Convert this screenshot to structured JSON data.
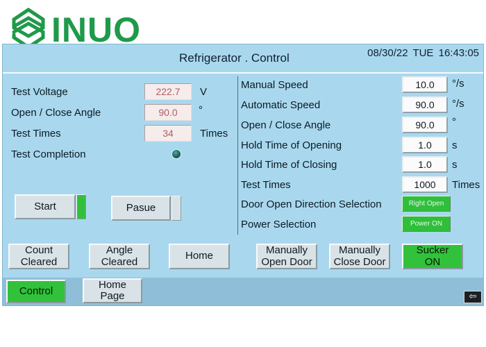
{
  "brand": {
    "name": "INUO",
    "color": "#1f9a4a"
  },
  "header": {
    "title": "Refrigerator . Control",
    "datetime": "08/30/22 TUE  16:43:05"
  },
  "left": {
    "test_voltage": {
      "label": "Test Voltage",
      "value": "222.7",
      "unit": "V"
    },
    "open_close_angle": {
      "label": "Open / Close Angle",
      "value": "90.0",
      "unit": "°"
    },
    "test_times": {
      "label": "Test Times",
      "value": "34",
      "unit": "Times"
    },
    "test_completion": {
      "label": "Test Completion"
    },
    "start_label": "Start",
    "pause_label": "Pasue"
  },
  "right": {
    "manual_speed": {
      "label": "Manual Speed",
      "value": "10.0",
      "unit": "°/s"
    },
    "automatic_speed": {
      "label": "Automatic Speed",
      "value": "90.0",
      "unit": "°/s"
    },
    "open_close_angle": {
      "label": "Open / Close Angle",
      "value": "90.0",
      "unit": "°"
    },
    "hold_opening": {
      "label": "Hold Time of Opening",
      "value": "1.0",
      "unit": "s"
    },
    "hold_closing": {
      "label": "Hold Time of Closing",
      "value": "1.0",
      "unit": "s"
    },
    "test_times": {
      "label": "Test Times",
      "value": "1000",
      "unit": "Times"
    },
    "door_direction": {
      "label": "Door Open Direction Selection",
      "value": "Right Open"
    },
    "power": {
      "label": "Power Selection",
      "value": "Power ON"
    }
  },
  "actions": {
    "count_cleared_1": "Count",
    "count_cleared_2": "Cleared",
    "angle_cleared_1": "Angle",
    "angle_cleared_2": "Cleared",
    "home": "Home",
    "manual_open_1": "Manually",
    "manual_open_2": "Open Door",
    "manual_close_1": "Manually",
    "manual_close_2": "Close Door",
    "sucker_1": "Sucker",
    "sucker_2": "ON"
  },
  "nav": {
    "control": "Control",
    "home_page_1": "Home",
    "home_page_2": "Page",
    "back_icon": "⇦"
  },
  "colors": {
    "screen_bg": "#a9d8ee",
    "active_green": "#31c13b",
    "readonly_value_text": "#b05f5f"
  }
}
